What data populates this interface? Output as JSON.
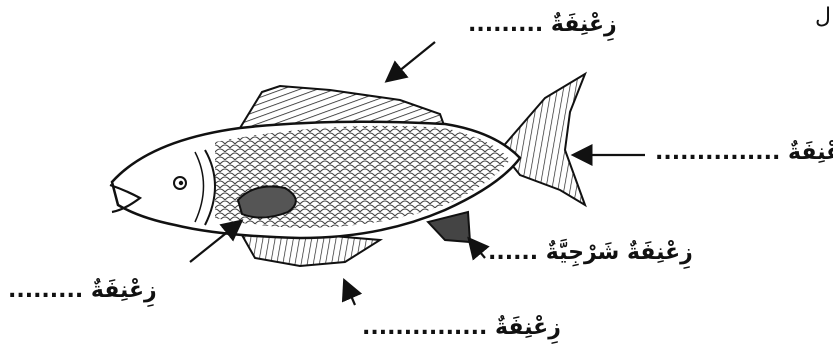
{
  "corner_text": "ل",
  "labels": {
    "dorsal": "زِعْنِفَةٌ .........",
    "caudal": "زِعْنِفَةٌ ...............",
    "anal": "زِعْنِفَةٌ شَرْجِيَّةٌ ......",
    "pectoral": "زِعْنِفَةٌ .........",
    "pelvic": "زِعْنِفَةٌ ..............."
  }
}
